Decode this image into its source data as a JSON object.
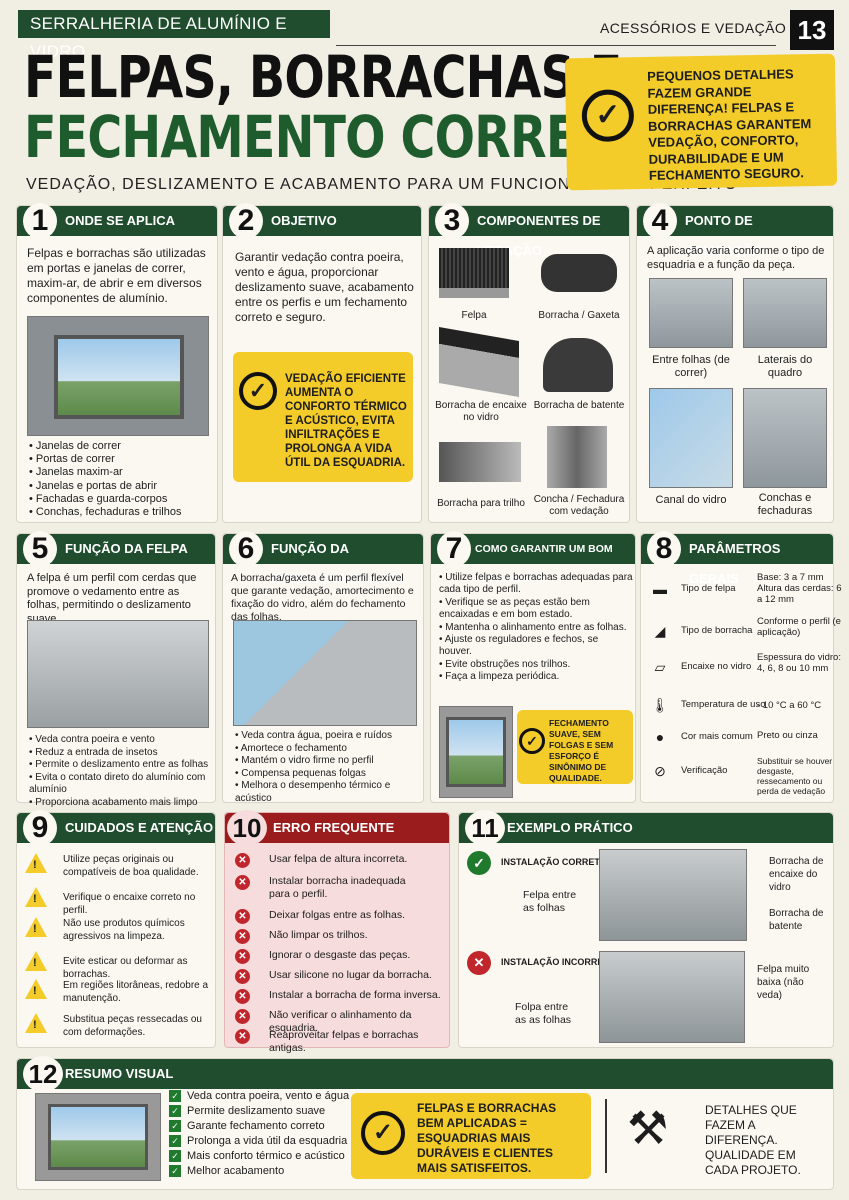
{
  "header": {
    "series": "Serralheria de Alumínio e Vidro",
    "section": "Acessórios e Vedação",
    "page": "13"
  },
  "title": {
    "line1": "FELPAS, BORRACHAS E",
    "line2": "FECHAMENTO CORRETO",
    "subtitle": "Vedação, deslizamento e acabamento para um funcionamento perfeito"
  },
  "callout": "Pequenos detalhes fazem grande diferença! Felpas e borrachas garantem vedação, conforto, durabilidade e um fechamento seguro.",
  "s1": {
    "num": "1",
    "title": "Onde se aplica",
    "text": "Felpas e borrachas são utilizadas em portas e janelas de correr, maxim-ar, de abrir e em diversos componentes de alumínio.",
    "items": [
      "Janelas de correr",
      "Portas de correr",
      "Janelas maxim-ar",
      "Janelas e portas de abrir",
      "Fachadas e guarda-corpos",
      "Conchas, fechaduras e trilhos"
    ]
  },
  "s2": {
    "num": "2",
    "title": "Objetivo",
    "text": "Garantir vedação contra poeira, vento e água, proporcionar deslizamento suave, acabamento entre os perfis e um fechamento correto e seguro.",
    "callout": "Vedação eficiente aumenta o conforto térmico e acústico, evita infiltrações e prolonga a vida útil da esquadria."
  },
  "s3": {
    "num": "3",
    "title": "Componentes de vedação",
    "items": [
      "Felpa",
      "Borracha / Gaxeta",
      "Borracha de encaixe no vidro",
      "Borracha de batente",
      "Borracha para trilho",
      "Concha / Fechadura com vedação"
    ]
  },
  "s4": {
    "num": "4",
    "title": "Ponto de aplicação",
    "text": "A aplicação varia conforme o tipo de esquadria e a função da peça.",
    "items": [
      "Entre folhas (de correr)",
      "Laterais do quadro",
      "Canal do vidro",
      "Conchas e fechaduras"
    ]
  },
  "s5": {
    "num": "5",
    "title": "Função da felpa",
    "text": "A felpa é um perfil com cerdas que promove o vedamento entre as folhas, permitindo o deslizamento suave.",
    "items": [
      "Veda contra poeira e vento",
      "Reduz a entrada de insetos",
      "Permite o deslizamento entre as folhas",
      "Evita o contato direto do alumínio com alumínio",
      "Proporciona acabamento mais limpo"
    ]
  },
  "s6": {
    "num": "6",
    "title": "Função da borracha/gaxeta",
    "text": "A borracha/gaxeta é um perfil flexível que garante vedação, amortecimento e fixação do vidro, além do fechamento das folhas.",
    "items": [
      "Veda contra água, poeira e ruídos",
      "Amortece o fechamento",
      "Mantém o vidro firme no perfil",
      "Compensa pequenas folgas",
      "Melhora o desempenho térmico e acústico"
    ]
  },
  "s7": {
    "num": "7",
    "title": "Como garantir um bom fechamento",
    "items": [
      "Utilize felpas e borrachas adequadas para cada tipo de perfil.",
      "Verifique se as peças estão bem encaixadas e em bom estado.",
      "Mantenha o alinhamento entre as folhas.",
      "Ajuste os reguladores e fechos, se houver.",
      "Evite obstruções nos trilhos.",
      "Faça a limpeza periódica."
    ],
    "callout": "Fechamento suave, sem folgas e sem esforço é sinônimo de qualidade."
  },
  "s8": {
    "num": "8",
    "title": "Parâmetros gerais",
    "rows": [
      {
        "label": "Tipo de felpa",
        "value": "Base: 3 a 7 mm Altura das cerdas: 6 a 12 mm"
      },
      {
        "label": "Tipo de borracha",
        "value": "Conforme o perfil (e aplicação)"
      },
      {
        "label": "Encaixe no vidro",
        "value": "Espessura do vidro: 4, 6, 8 ou 10 mm"
      },
      {
        "label": "Temperatura de uso",
        "value": "- 10 °C a 60 °C"
      },
      {
        "label": "Cor mais comum",
        "value": "Preto ou cinza"
      },
      {
        "label": "Verificação",
        "value": "Substituir se houver desgaste, ressecamento ou perda de vedação"
      }
    ]
  },
  "s9": {
    "num": "9",
    "title": "Cuidados e atenção",
    "items": [
      "Utilize peças originais ou compatíveis de boa qualidade.",
      "Verifique o encaixe correto no perfil.",
      "Não use produtos químicos agressivos na limpeza.",
      "Evite esticar ou deformar as borrachas.",
      "Em regiões litorâneas, redobre a manutenção.",
      "Substitua peças ressecadas ou com deformações."
    ]
  },
  "s10": {
    "num": "10",
    "title": "Erro frequente",
    "items": [
      "Usar felpa de altura incorreta.",
      "Instalar borracha inadequada para o perfil.",
      "Deixar folgas entre as folhas.",
      "Não limpar os trilhos.",
      "Ignorar o desgaste das peças.",
      "Usar silicone no lugar da borracha.",
      "Instalar a borracha de forma inversa.",
      "Não verificar o alinhamento da esquadria.",
      "Reaproveitar felpas e borrachas antigas."
    ]
  },
  "s11": {
    "num": "11",
    "title": "Exemplo prático",
    "correct": "Instalação correta",
    "incorrect": "Instalação incorreta",
    "labels": {
      "felpa_entre": "Felpa entre as folhas",
      "borracha_encaixe": "Borracha de encaixe do vidro",
      "borracha_batente": "Borracha de batente",
      "felpa_baixa": "Felpa muito baixa (não veda)",
      "felpa_entre2": "Folpa entre as as folhas"
    }
  },
  "s12": {
    "num": "12",
    "title": "Resumo visual",
    "items": [
      "Veda contra poeira, vento e água",
      "Permite deslizamento suave",
      "Garante fechamento correto",
      "Prolonga a vida útil da esquadria",
      "Mais conforto térmico e acústico",
      "Melhor acabamento"
    ],
    "callout": "Felpas e borrachas bem aplicadas = esquadrias mais duráveis e clientes mais satisfeitos.",
    "closing": "Detalhes que fazem a diferença. Qualidade em cada projeto."
  },
  "colors": {
    "green": "#1f4d2e",
    "yellow": "#f4cc2a",
    "red": "#9b1c1c"
  }
}
